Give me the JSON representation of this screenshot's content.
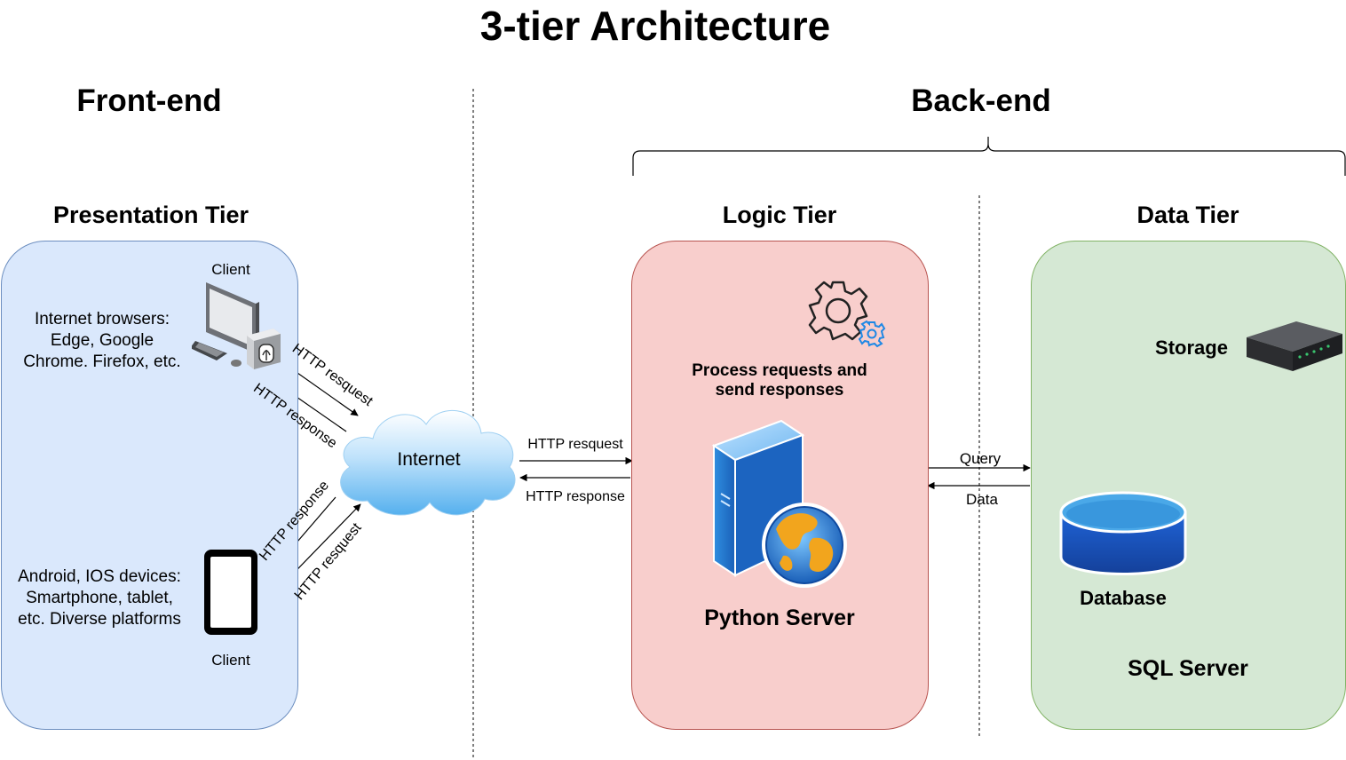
{
  "title": "3-tier Architecture",
  "sections": {
    "frontend": "Front-end",
    "backend": "Back-end"
  },
  "tiers": {
    "presentation": "Presentation Tier",
    "logic": "Logic Tier",
    "data": "Data Tier"
  },
  "presentation": {
    "client_top_label": "Client",
    "client_bottom_label": "Client",
    "browsers_line1": "Internet browsers:",
    "browsers_line2": "Edge, Google",
    "browsers_line3": "Chrome. Firefox, etc.",
    "devices_line1": "Android, IOS devices:",
    "devices_line2": "Smartphone, tablet,",
    "devices_line3": "etc. Diverse platforms"
  },
  "internet_label": "Internet",
  "arrows": {
    "http_request": "HTTP resquest",
    "http_response": "HTTP response",
    "query": "Query",
    "data": "Data"
  },
  "logic": {
    "process_line1": "Process requests and",
    "process_line2": "send responses",
    "server_label": "Python Server"
  },
  "data_tier": {
    "storage_label": "Storage",
    "database_label": "Database",
    "sql_label": "SQL Server"
  },
  "colors": {
    "presentation_fill": "#dae8fc",
    "presentation_stroke": "#6c8ebf",
    "logic_fill": "#f8cecc",
    "logic_stroke": "#b85450",
    "data_fill": "#d5e8d4",
    "data_stroke": "#82b366",
    "database_blue": "#1b57c9",
    "cloud_blue": "#7fc4f2"
  }
}
